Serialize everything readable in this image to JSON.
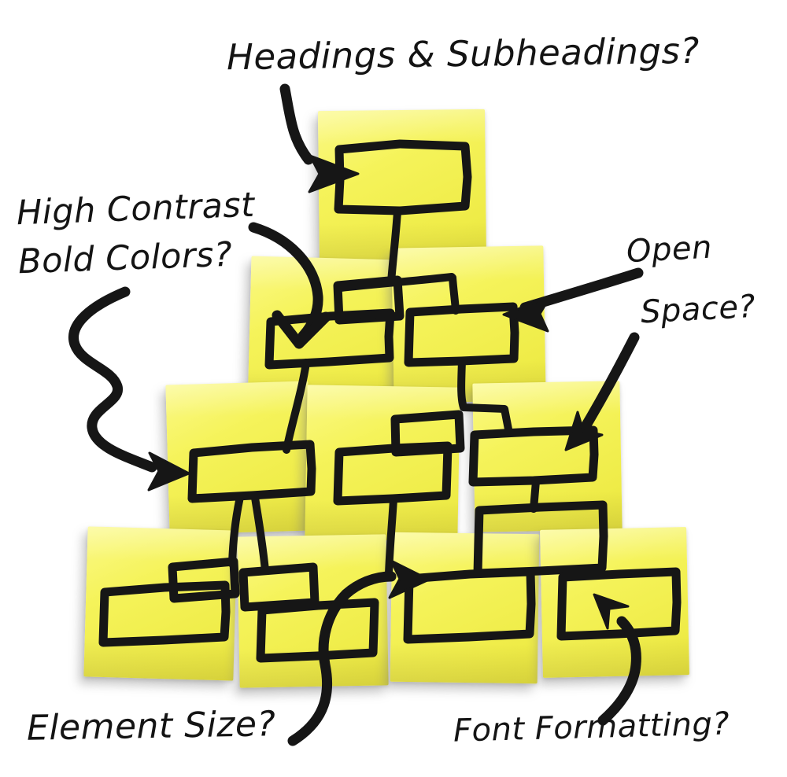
{
  "page": {
    "background": "#ffffff",
    "description": "Hand-drawn wireframe sitemap sketched in black marker across yellow sticky notes arranged in a pyramid, with handwritten design questions pointing at parts of the layout"
  },
  "colors": {
    "background": "#ffffff",
    "note_yellow": "#f2ef4f",
    "note_highlight": "#fbf987",
    "ink": "#161616",
    "shadow": "#8a8a8a"
  },
  "sticky_notes": {
    "count": 10,
    "rows_top_to_bottom": [
      1,
      2,
      3,
      4
    ],
    "color": "#f2ef4f"
  },
  "sitemap_sketch": {
    "style": "hand-drawn black marker boxes joined by lines (org-chart / sitemap)",
    "levels": 4,
    "drawn_rectangles": 15,
    "top_box_children": 2,
    "notes": "one root box, two second-level boxes, branches fanning out to small label boxes and larger content boxes on the lower rows"
  },
  "annotations": {
    "headings": {
      "text": "Headings & Subheadings?",
      "points_to": "root box at top"
    },
    "contrast": {
      "line1": "High Contrast",
      "line2": "Bold Colors?",
      "points_to": "left second-level box and left third-level box"
    },
    "open": {
      "line1": "Open",
      "line2": "Space?",
      "points_to": "right second-level box and right third-level box"
    },
    "size": {
      "text": "Element Size?",
      "points_to": "third bottom-row box"
    },
    "font": {
      "text": "Font Formatting?",
      "points_to": "right bottom-row box"
    }
  }
}
